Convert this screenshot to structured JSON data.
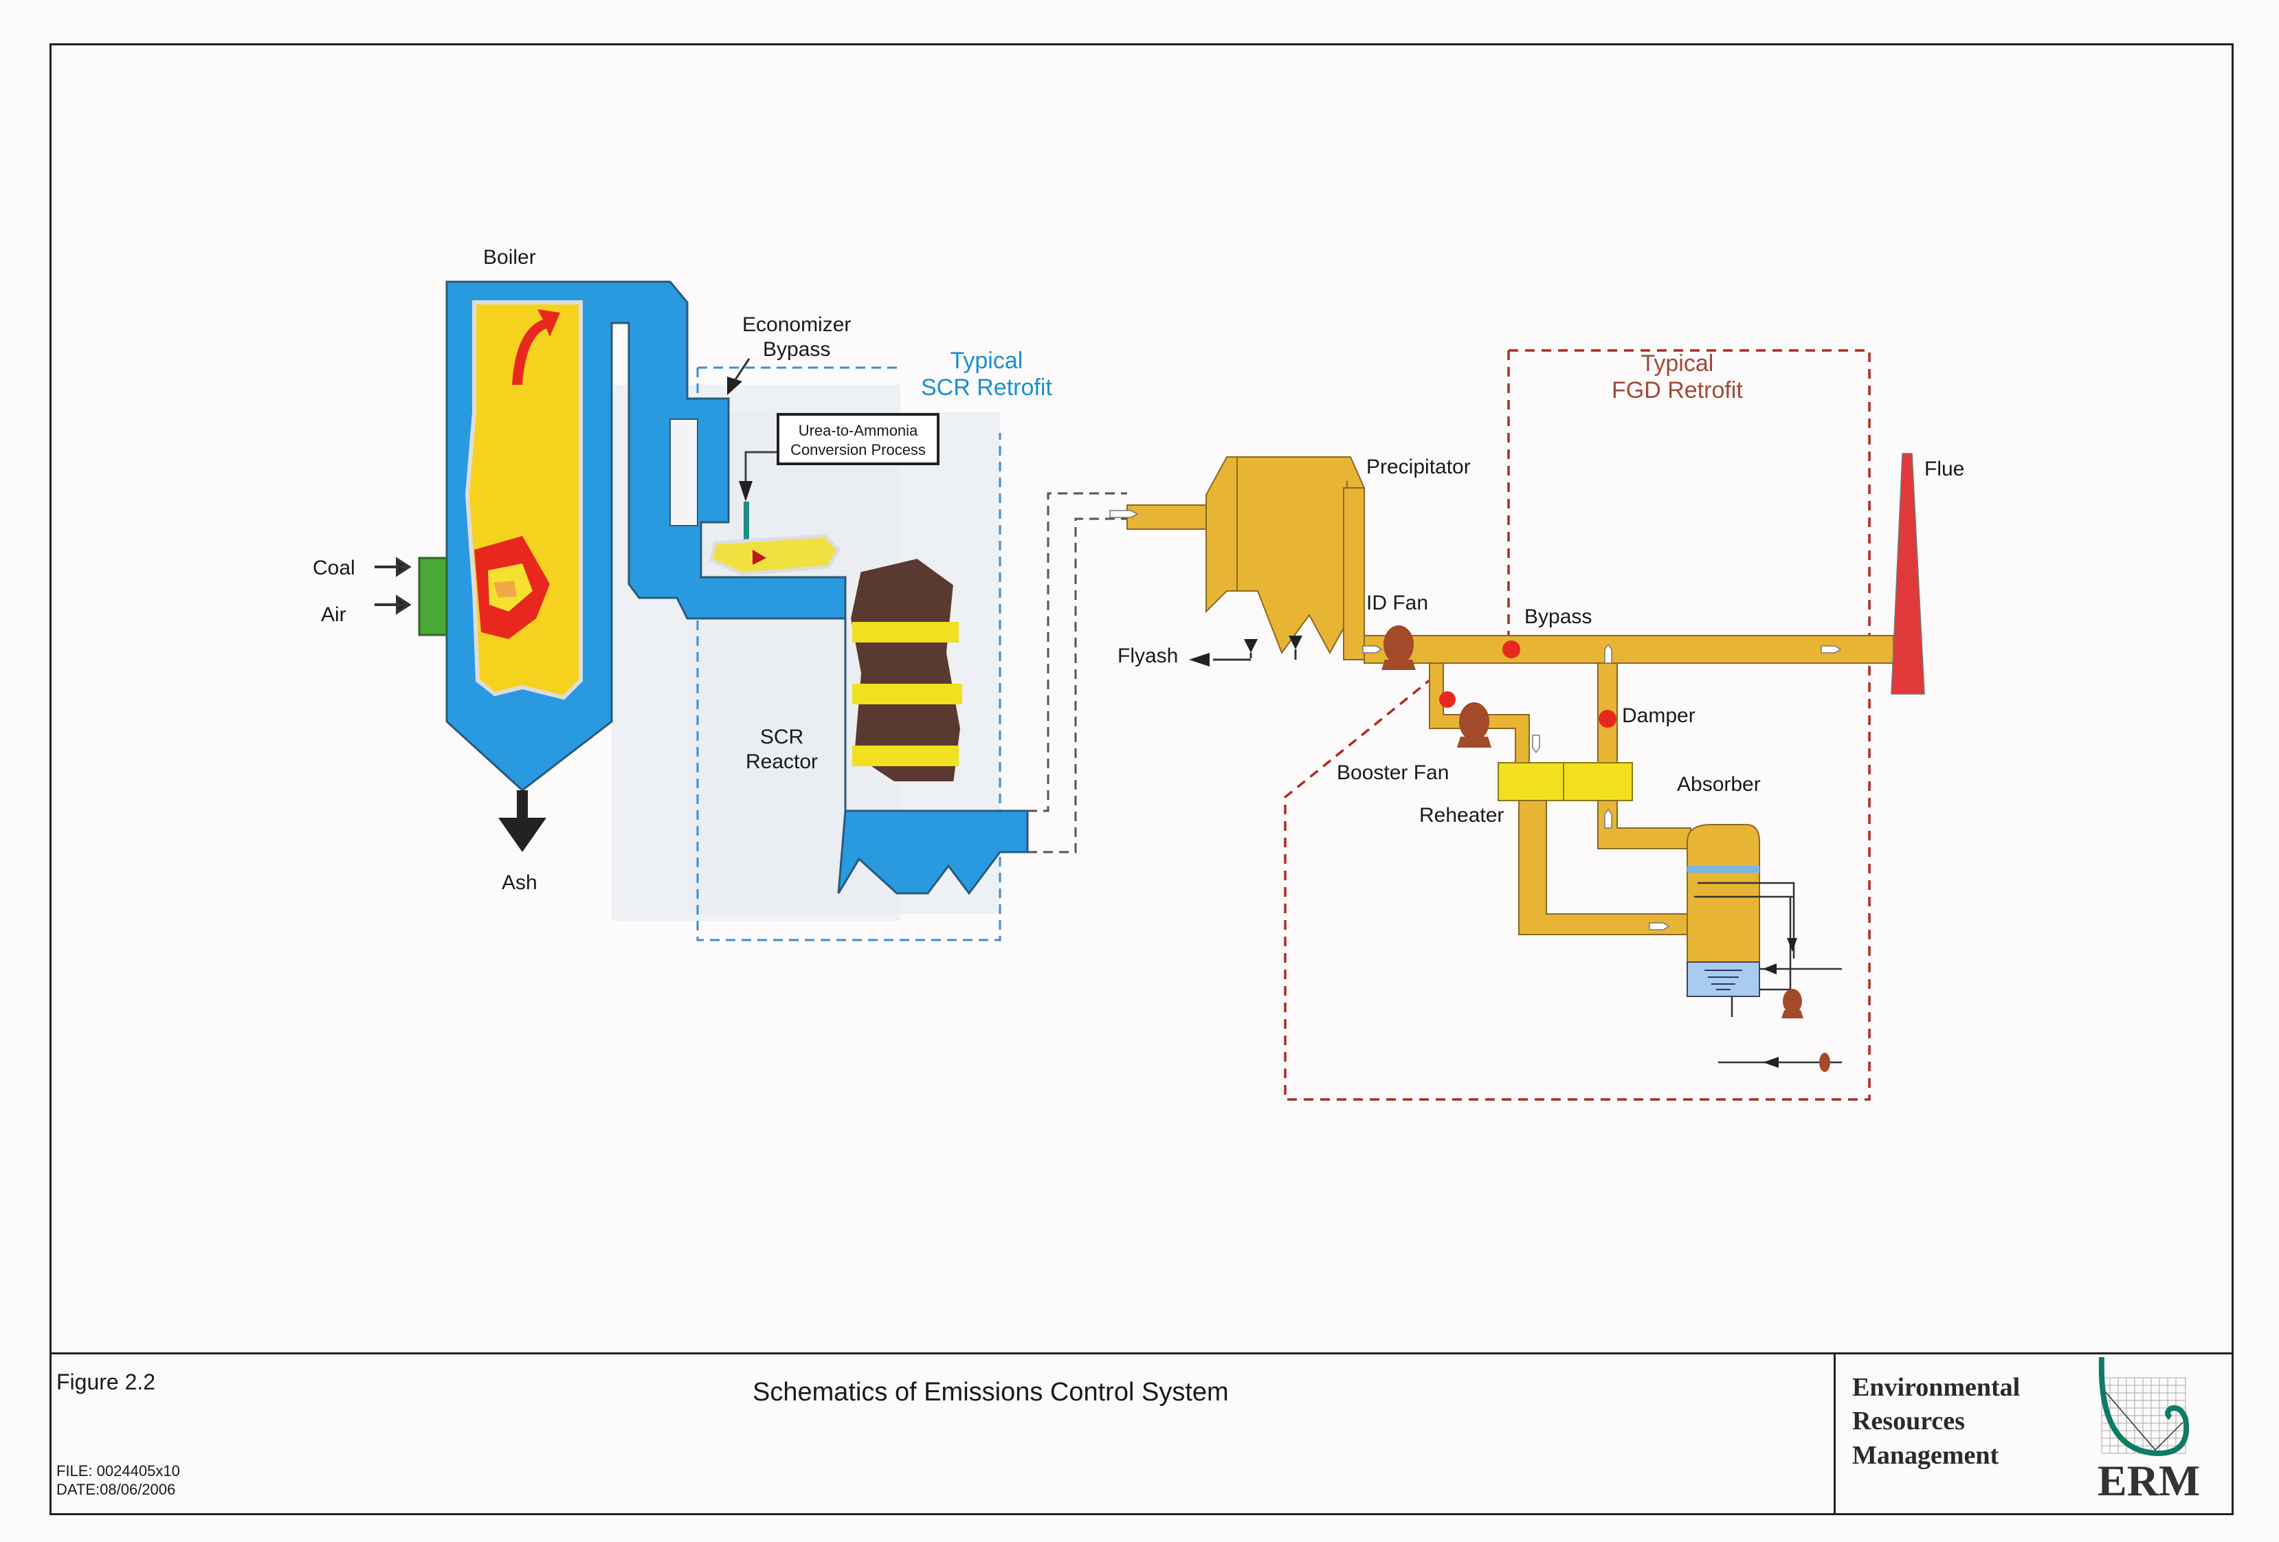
{
  "figure": {
    "number": "Figure 2.2",
    "title": "Schematics of Emissions Control System",
    "file": "FILE: 0024405x10",
    "date": "DATE:08/06/2006"
  },
  "company": {
    "name_lines": [
      "Environmental",
      "Resources",
      "Management"
    ],
    "mark": "ERM",
    "logo_color": "#0f7a66"
  },
  "colors": {
    "boiler_blue": "#2a9ae0",
    "flame_yellow": "#f5d21e",
    "flame_orange": "#f0a848",
    "flame_red": "#e8281e",
    "duct_gold": "#e8b434",
    "fan_brown": "#a34a28",
    "stack_red": "#e03a3a",
    "reheater_yellow": "#f2e020",
    "scr_box": "#3b8fd6",
    "fgd_box": "#b02a22",
    "scr_label": "#1a8fd0",
    "fgd_label": "#a04a3a"
  },
  "labels": {
    "boiler": "Boiler",
    "coal": "Coal",
    "air": "Air",
    "ash": "Ash",
    "economizer_bypass": [
      "Economizer",
      "Bypass"
    ],
    "scr_retrofit": [
      "Typical",
      "SCR Retrofit"
    ],
    "urea_process": [
      "Urea-to-Ammonia",
      "Conversion Process"
    ],
    "scr_reactor": [
      "SCR",
      "Reactor"
    ],
    "precipitator": "Precipitator",
    "flyash": "Flyash",
    "id_fan": "ID Fan",
    "bypass": "Bypass",
    "fgd_retrofit": [
      "Typical",
      "FGD Retrofit"
    ],
    "flue": "Flue",
    "damper": "Damper",
    "booster_fan": "Booster Fan",
    "reheater": "Reheater",
    "absorber": "Absorber"
  }
}
